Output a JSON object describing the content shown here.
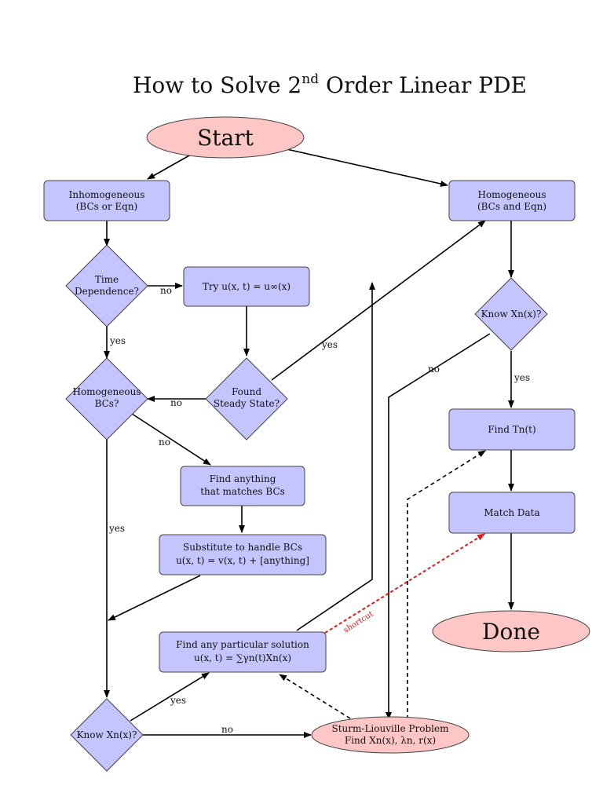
{
  "title": {
    "main": "How to Solve 2",
    "sup": "nd",
    "rest": " Order Linear PDE"
  },
  "nodes": {
    "start": "Start",
    "inhom": [
      "Inhomogeneous",
      "(BCs or Eqn)"
    ],
    "hom": [
      "Homogeneous",
      "(BCs and Eqn)"
    ],
    "time_dep": [
      "Time",
      "Dependence?"
    ],
    "try_u": "Try u(x, t) = u∞(x)",
    "hom_bcs": [
      "Homogeneous",
      "BCs?"
    ],
    "found_ss": [
      "Found",
      "Steady State?"
    ],
    "know_xn_right": "Know Xn(x)?",
    "find_anything": [
      "Find anything",
      "that matches BCs"
    ],
    "substitute": [
      "Substitute to handle BCs",
      "u(x, t) = v(x, t) + [anything]"
    ],
    "find_tn": "Find Tn(t)",
    "match_data": "Match Data",
    "done": "Done",
    "find_particular": [
      "Find any particular solution",
      "u(x, t) = ∑γn(t)Xn(x)"
    ],
    "know_xn_left": "Know Xn(x)?",
    "sturm": [
      "Sturm-Liouville Problem",
      "Find Xn(x), λn, r(x)"
    ]
  },
  "edge_labels": {
    "no_time": "no",
    "yes_time": "yes",
    "yes_found": "yes",
    "no_found": "no",
    "no_hom_bcs": "no",
    "yes_hom_bcs": "yes",
    "no_know_right": "no",
    "yes_know_right": "yes",
    "yes_know_left": "yes",
    "no_know_left": "no",
    "shortcut": "shortcut"
  },
  "colors": {
    "box_fill": "#c4c4ff",
    "ellipse_fill": "#ffc6c6",
    "shortcut": "#e01a1a"
  }
}
